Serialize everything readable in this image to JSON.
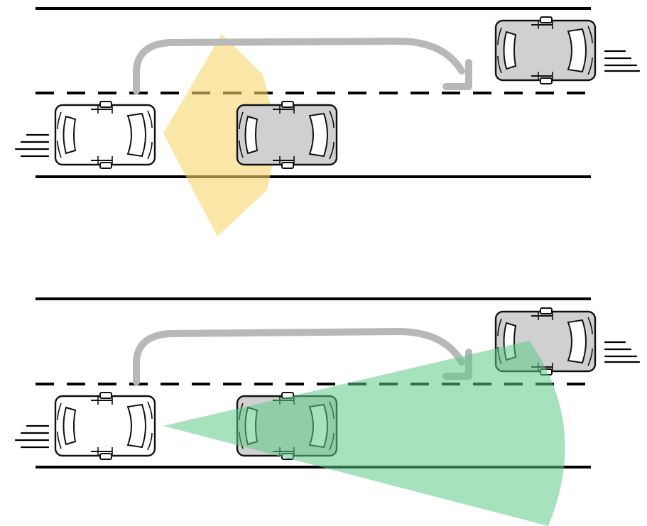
{
  "colors": {
    "road_line": "#000000",
    "arrow": "#b8b8b8",
    "white_car": "#ffffff",
    "gray_car": "#d0d0d0",
    "yellow_zone": "#f7d66a",
    "green_zone": "#5ccb86"
  },
  "scenes": [
    {
      "ego_car": "white-car",
      "lead_car": "gray-car",
      "passed_car": "gray-car",
      "maneuver": "overtake-lane-change-arrow",
      "sensor_zone": "yellow-diamond-zone"
    },
    {
      "ego_car": "white-car",
      "lead_car": "gray-car",
      "passed_car": "gray-car",
      "maneuver": "overtake-lane-change-arrow",
      "sensor_zone": "green-cone-zone"
    }
  ]
}
